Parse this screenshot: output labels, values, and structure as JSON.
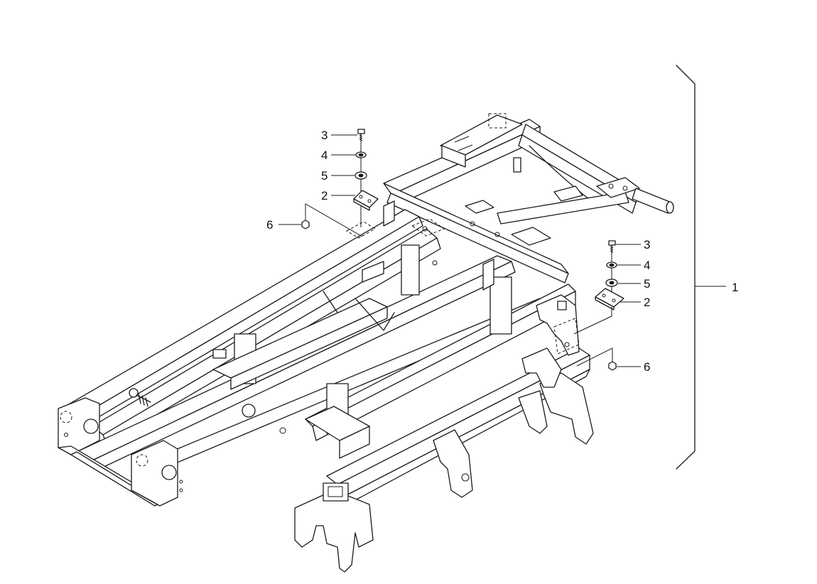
{
  "callouts": {
    "c1": "1",
    "left_group": {
      "bolt": "3",
      "lockwasher": "4",
      "flatwasher": "5",
      "plate": "2",
      "nut": "6"
    },
    "right_group": {
      "bolt": "3",
      "lockwasher": "4",
      "flatwasher": "5",
      "plate": "2",
      "nut": "6"
    }
  }
}
